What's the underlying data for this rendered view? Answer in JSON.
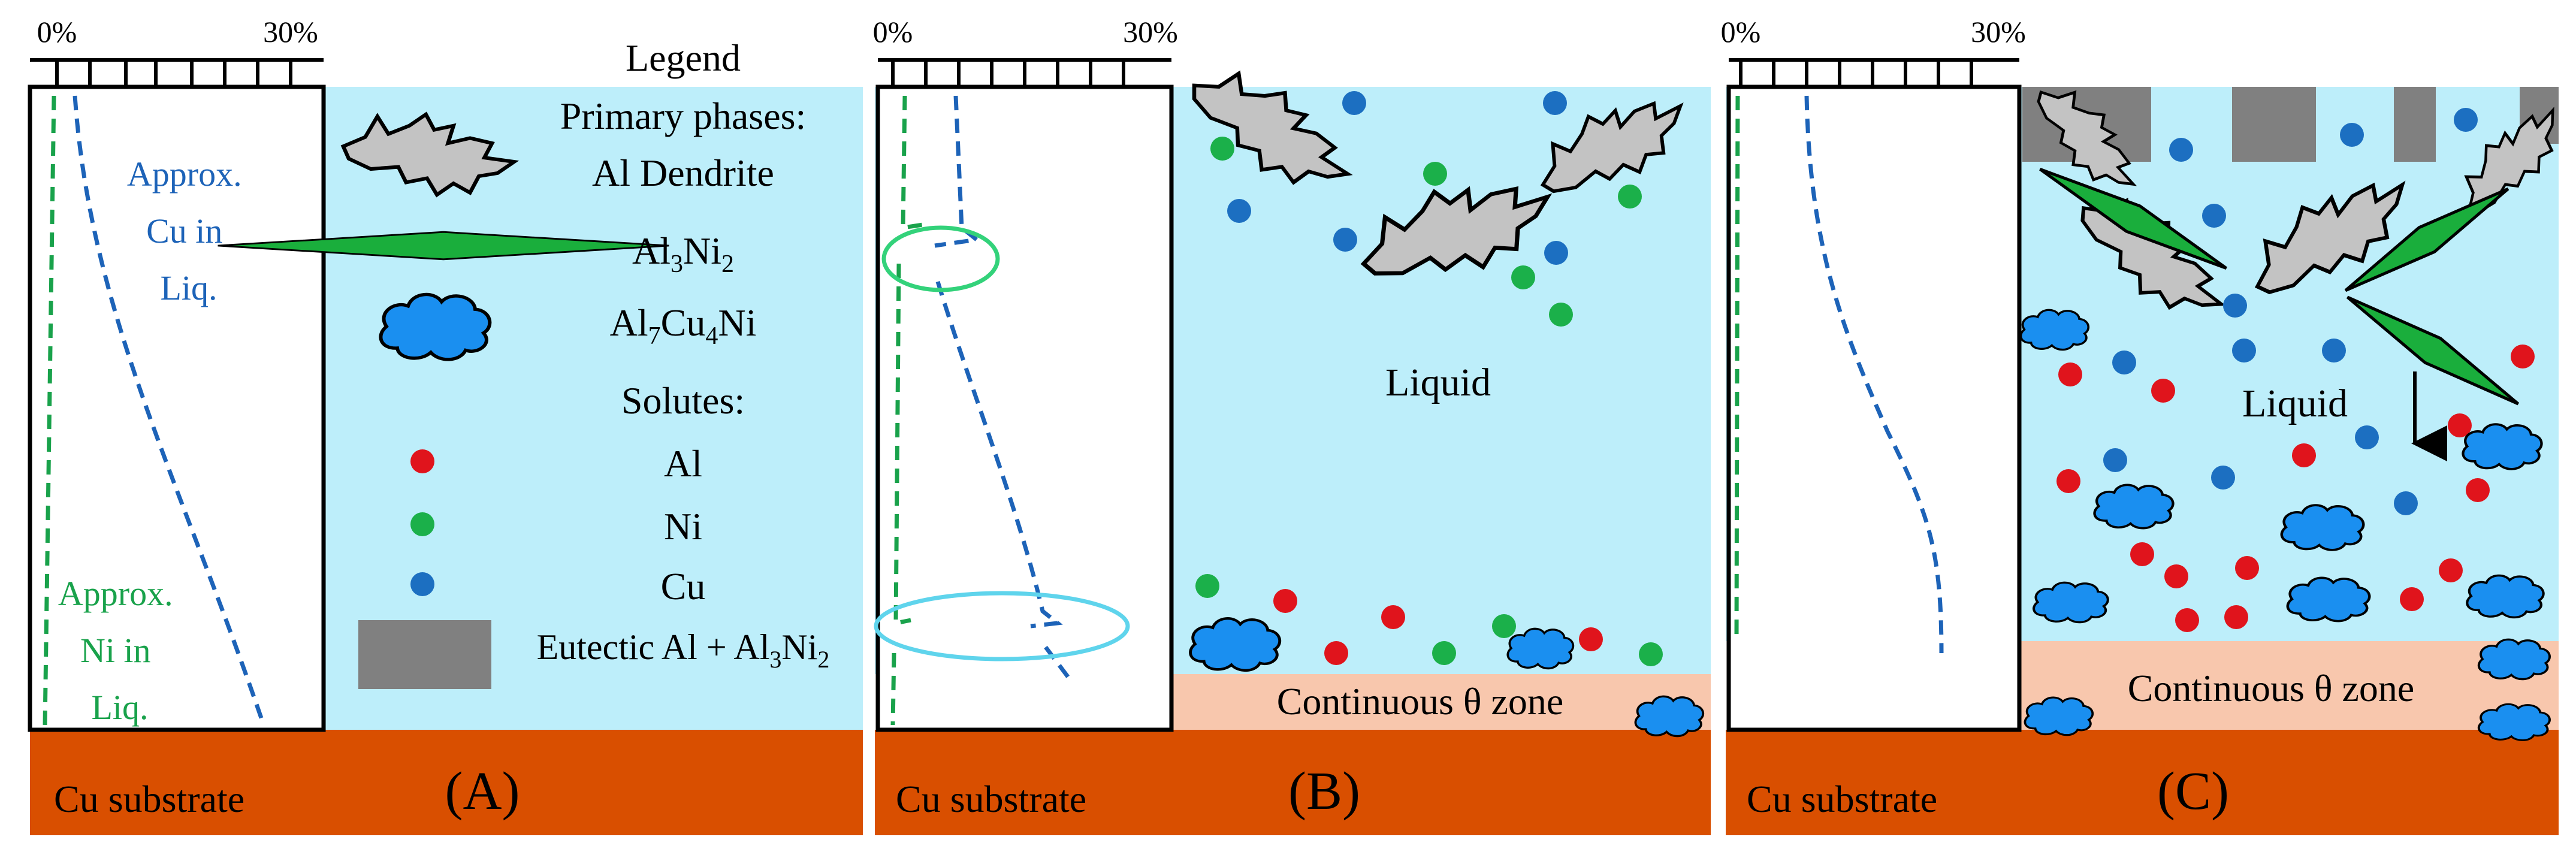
{
  "colors": {
    "liquid": "#bdeefa",
    "substrate": "#d94f00",
    "theta_zone": "#f8c7ad",
    "eutectic": "#808080",
    "dendrite": "#c3c3c3",
    "al3ni2": "#1aae3c",
    "al7cu4ni": "#1a8ff0",
    "al_solute": "#e0141c",
    "ni_solute": "#1bb04a",
    "cu_solute": "#1c6fc1",
    "cu_curve": "#1d63b8",
    "ni_curve": "#19a24b",
    "ellipse_green": "#33d27a",
    "ellipse_cyan": "#5fd4ec"
  },
  "panels": [
    {
      "label": "(A)",
      "substrate_label": "Cu substrate",
      "axis": {
        "ticks": [
          "0%",
          "30%"
        ]
      },
      "cu_label": [
        "Approx.",
        "Cu in",
        "Liq."
      ],
      "ni_label": [
        "Approx.",
        "Ni in",
        "Liq."
      ]
    },
    {
      "label": "(B)",
      "substrate_label": "Cu substrate",
      "axis": {
        "ticks": [
          "0%",
          "30%"
        ]
      },
      "liquid_label": "Liquid",
      "zone_label": "Continuous θ zone"
    },
    {
      "label": "(C)",
      "substrate_label": "Cu substrate",
      "axis": {
        "ticks": [
          "0%",
          "30%"
        ]
      },
      "liquid_label": "Liquid",
      "zone_label": "Continuous θ zone"
    }
  ],
  "legend": {
    "title": "Legend",
    "primary_heading": "Primary phases:",
    "dendrite": "Al Dendrite",
    "al3ni2": {
      "base": "Al",
      "sub1": "3",
      "mid": "Ni",
      "sub2": "2"
    },
    "al7cu4ni": {
      "base": "Al",
      "sub1": "7",
      "mid": "Cu",
      "sub2": "4",
      "tail": "Ni"
    },
    "solutes_heading": "Solutes:",
    "al": "Al",
    "ni": "Ni",
    "cu": "Cu",
    "eutectic": {
      "base": "Eutectic Al + Al",
      "sub1": "3",
      "mid": "Ni",
      "sub2": "2"
    }
  }
}
